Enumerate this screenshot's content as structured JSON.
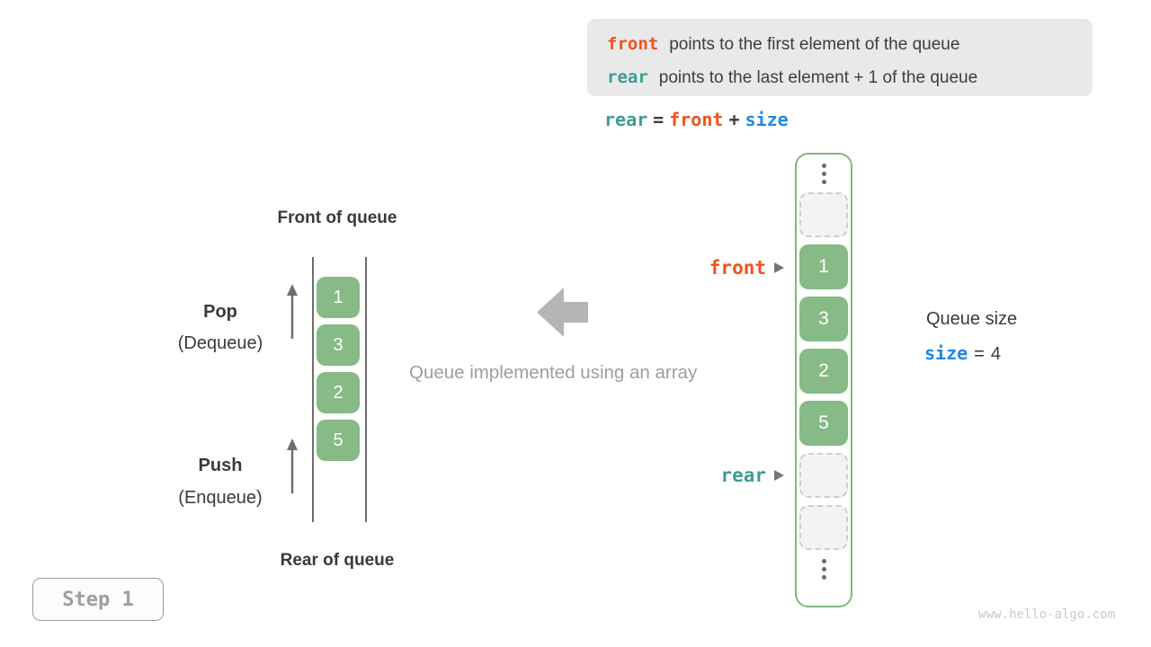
{
  "colors": {
    "front": "#f4511e",
    "rear": "#3d9c94",
    "size": "#1e88e5",
    "cell_green": "#86ba86",
    "array_border": "#7db97d",
    "text_dark": "#3d3d3d",
    "text_gray": "#9e9e9e"
  },
  "info_box": {
    "lines": [
      {
        "keyword": "front",
        "text": "points to the first element of the queue"
      },
      {
        "keyword": "rear",
        "text": "points to the last element + 1 of the queue"
      }
    ]
  },
  "equation": {
    "lhs": "rear",
    "eq": "=",
    "op1": "front",
    "plus": "+",
    "op2": "size"
  },
  "left_queue": {
    "front_label": "Front of queue",
    "rear_label": "Rear of queue",
    "pop_label": "Pop",
    "pop_sub": "(Dequeue)",
    "push_label": "Push",
    "push_sub": "(Enqueue)",
    "values": [
      "1",
      "3",
      "2",
      "5"
    ]
  },
  "middle": {
    "caption": "Queue implemented using an array"
  },
  "array": {
    "cells": [
      {
        "type": "empty"
      },
      {
        "type": "value",
        "value": "1"
      },
      {
        "type": "value",
        "value": "3"
      },
      {
        "type": "value",
        "value": "2"
      },
      {
        "type": "value",
        "value": "5"
      },
      {
        "type": "empty"
      },
      {
        "type": "empty"
      }
    ],
    "front_pointer_label": "front",
    "rear_pointer_label": "rear"
  },
  "size_note": {
    "title": "Queue size",
    "keyword": "size",
    "eq": "=",
    "value": "4"
  },
  "step_badge": "Step 1",
  "watermark": "www.hello-algo.com"
}
